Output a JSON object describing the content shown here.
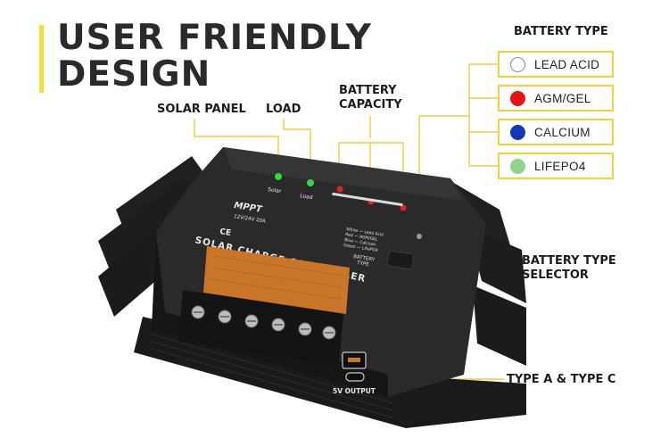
{
  "headline": {
    "line1": "USER FRIENDLY",
    "line2": "DESIGN"
  },
  "callouts": {
    "solar_panel": "SOLAR PANEL",
    "load": "LOAD",
    "battery_capacity_line1": "BATTERY",
    "battery_capacity_line2": "CAPACITY",
    "battery_type_selector_line1": "BATTERY TYPE",
    "battery_type_selector_line2": "SELECTOR",
    "usb_ports": "TYPE A & TYPE C"
  },
  "battery_type": {
    "title": "BATTERY TYPE",
    "options": [
      {
        "label": "LEAD ACID",
        "color": "#ffffff",
        "border": "#8a8a8a"
      },
      {
        "label": "AGM/GEL",
        "color": "#e31414",
        "border": "#e31414"
      },
      {
        "label": "CALCIUM",
        "color": "#1637b8",
        "border": "#1637b8"
      },
      {
        "label": "LIFEPO4",
        "color": "#8fd68a",
        "border": "#8fd68a"
      }
    ]
  },
  "device": {
    "brand": "MPPT",
    "rating": "12V/24V 20A",
    "name": "SOLAR CHARGE CONTROLLER",
    "led_solar": "Solar",
    "led_load": "Load",
    "legend": [
      "White — Lead Acid",
      "Red — AGM/GEL",
      "Blue — Calcium",
      "Green — LiFePO4"
    ],
    "type_button_line1": "BATTERY",
    "type_button_line2": "TYPE",
    "usb_label": "5V OUTPUT",
    "cert_marks": "CE",
    "accent": "#f0df3c",
    "led_green": "#39d14a",
    "led_red": "#e0231b",
    "cover_color": "#c9762a"
  }
}
